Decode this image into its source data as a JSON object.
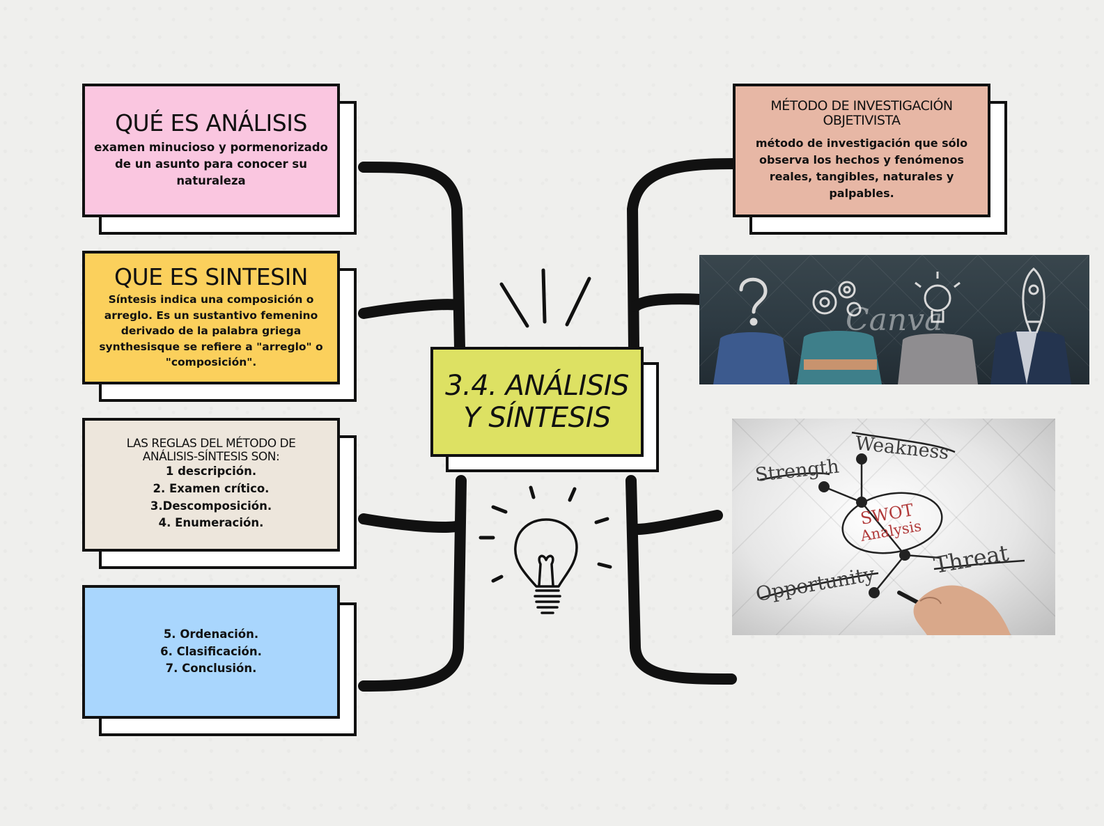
{
  "center": {
    "title_line1": "3.4. ANÁLISIS",
    "title_line2": "Y SÍNTESIS",
    "bg": "#dde163"
  },
  "left_cards": [
    {
      "title": "QUÉ ES ANÁLISIS",
      "body": "examen minucioso y pormenorizado de un asunto para conocer su naturaleza",
      "bg": "#fac6e0"
    },
    {
      "title": "QUE ES SINTESIN",
      "body": "Síntesis indica una composición o arreglo. Es un sustantivo femenino derivado de la palabra griega synthesisque se refiere a \"arreglo\" o \"composición\".",
      "bg": "#fbd05c"
    },
    {
      "title": "LAS REGLAS DEL MÉTODO DE ANÁLISIS-SÍNTESIS SON:",
      "items": [
        "1 descripción.",
        "2. Examen crítico.",
        "3.Descomposición.",
        "4. Enumeración."
      ],
      "bg": "#ede6dc"
    },
    {
      "items": [
        "5. Ordenación.",
        "6. Clasificación.",
        "7. Conclusión."
      ],
      "bg": "#a9d6fd"
    }
  ],
  "right_card": {
    "title": "MÉTODO DE INVESTIGACIÓN OBJETIVISTA",
    "body": "método de investigación que sólo observa los hechos y fenómenos reales, tangibles, naturales y palpables.",
    "bg": "#e7b7a5"
  },
  "photo_top": {
    "watermark": "Canva",
    "icons": [
      "question-mark-icon",
      "gears-icon",
      "lightbulb-icon",
      "rocket-icon"
    ]
  },
  "photo_bottom": {
    "words": [
      "Weakness",
      "Strength",
      "SWOT",
      "Analysis",
      "Threat",
      "Opportunity"
    ]
  },
  "icons": [
    "rays-icon",
    "lightbulb-icon"
  ]
}
